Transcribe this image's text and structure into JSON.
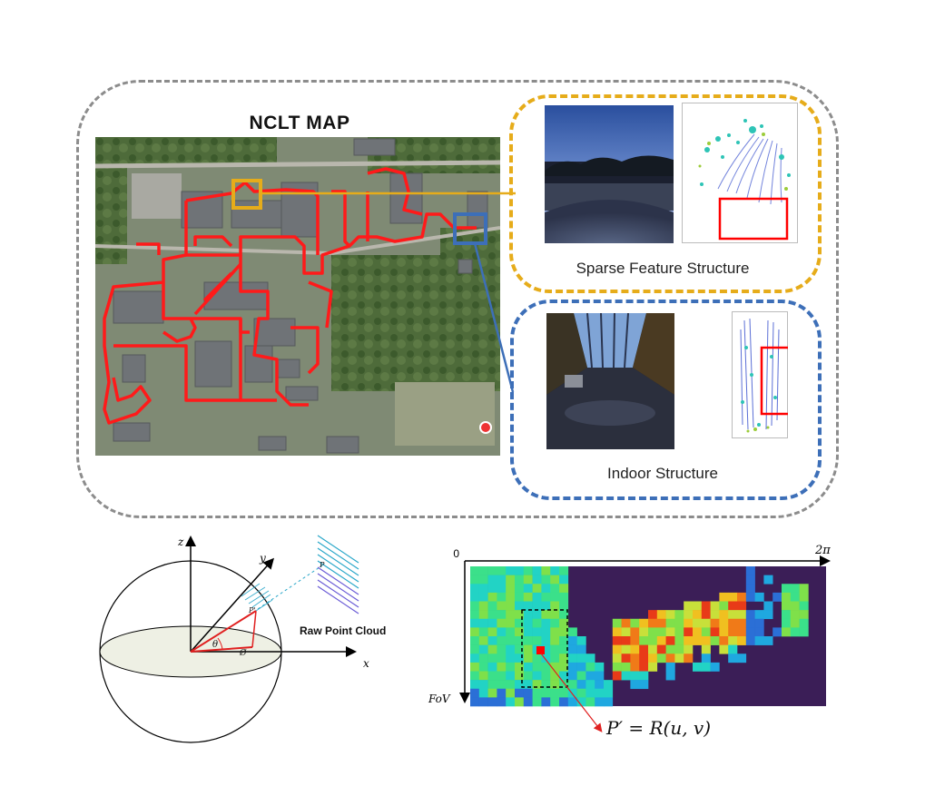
{
  "header": {
    "title": "NCLT MAP"
  },
  "panels": {
    "sparse": {
      "caption": "Sparse Feature Structure",
      "border_color": "#e6ac1a"
    },
    "indoor": {
      "caption": "Indoor Structure",
      "border_color": "#3d6fb8"
    }
  },
  "colors": {
    "trajectory": "#ff1a1a",
    "highlight": "#ff0000",
    "outer_border": "#8c8c8c"
  },
  "projection": {
    "axis_z": "z",
    "axis_y": "y",
    "axis_x": "x",
    "angle_theta": "θ",
    "angle_phi": "Ø",
    "point_p_prime": "P'",
    "point_p": "P",
    "raw_label": "Raw Point Cloud"
  },
  "range_image": {
    "left_tick": "0",
    "right_tick": "2π",
    "fov_label": "FoV",
    "formula": "P′ = R(u, v)"
  }
}
